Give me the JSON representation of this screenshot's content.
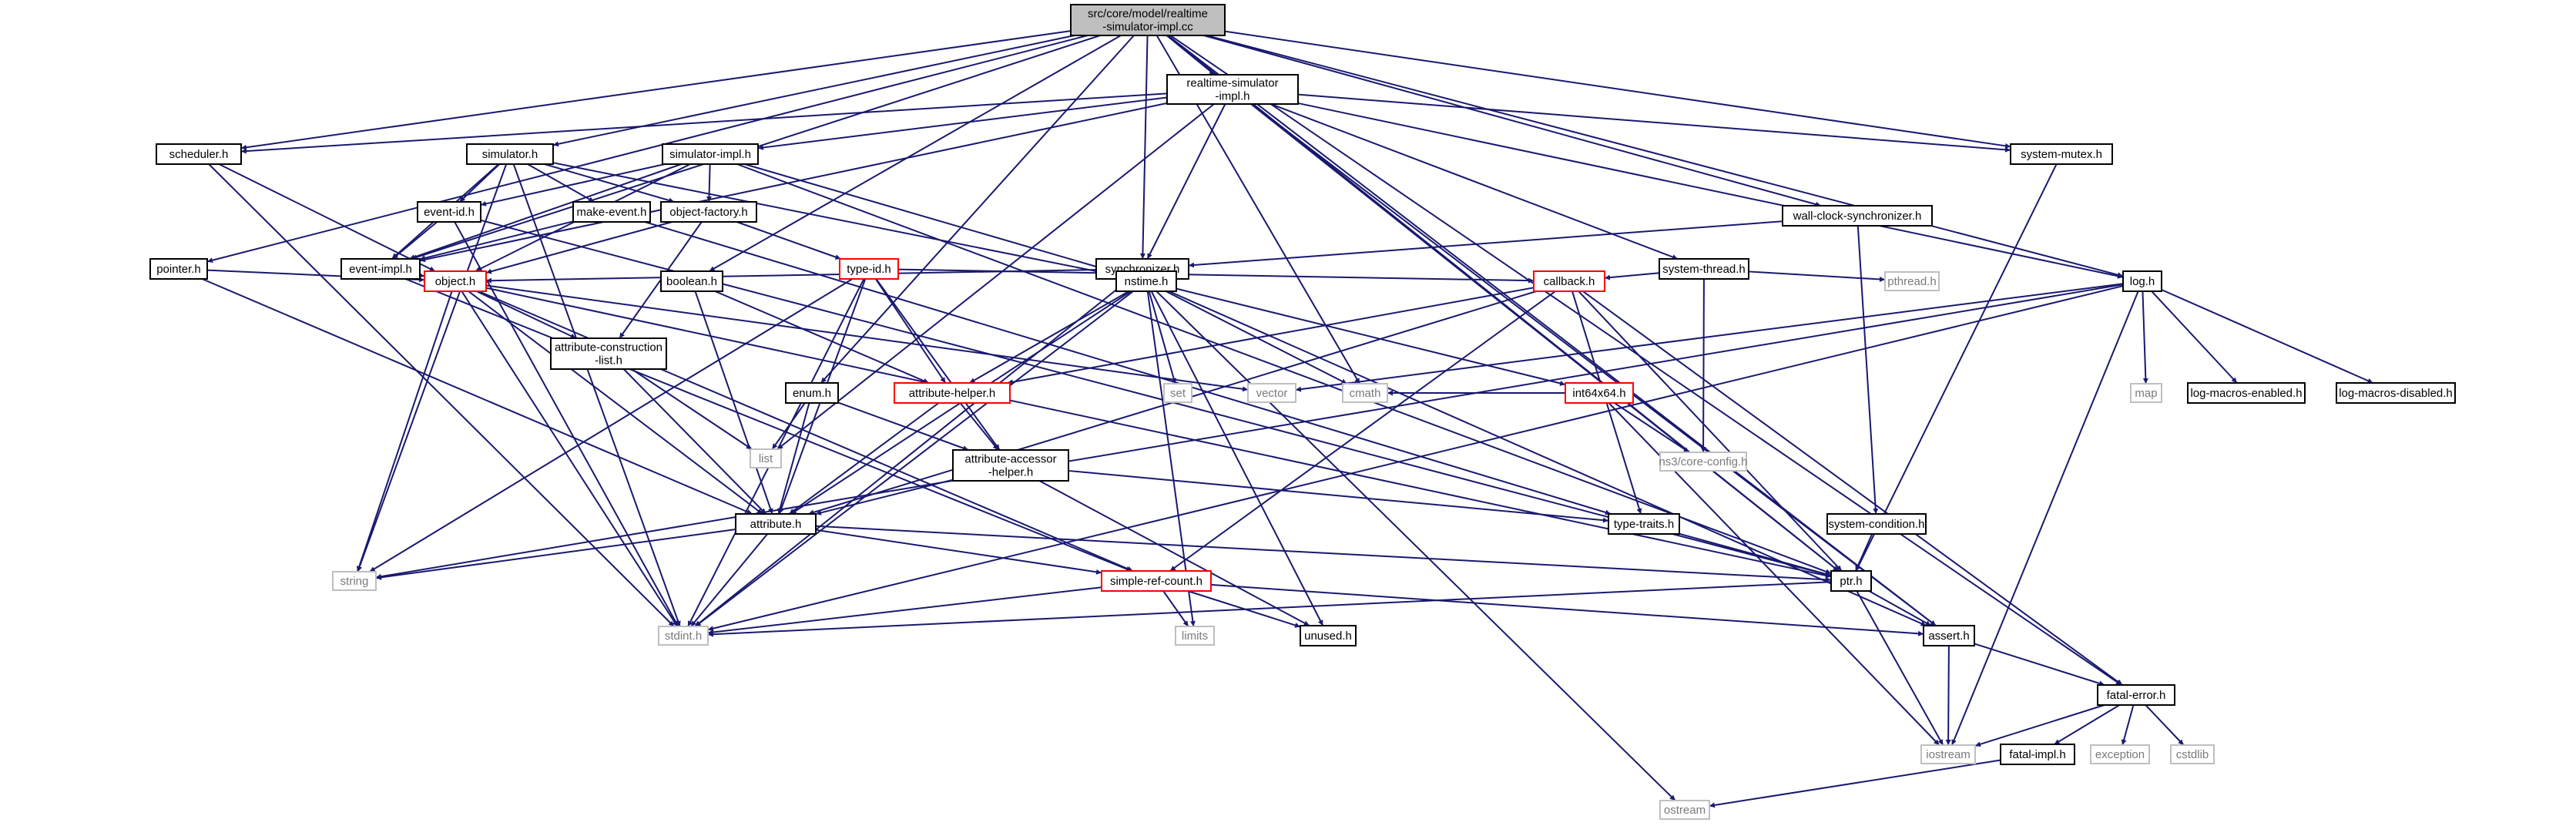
{
  "colors": {
    "root_fill": "#bfbfbf",
    "node_fill": "#ffffff",
    "border_normal": "#000000",
    "border_incomplete": "#ff0000",
    "border_system": "#bfbfbf",
    "system_text": "#7a7a7a",
    "edge": "#191970"
  },
  "nodes": [
    {
      "id": "root",
      "lines": [
        "src/core/model/realtime",
        "-simulator-impl.cc"
      ],
      "kind": "root"
    },
    {
      "id": "rsi",
      "lines": [
        "realtime-simulator",
        "-impl.h"
      ],
      "kind": "normal"
    },
    {
      "id": "scheduler",
      "lines": [
        "scheduler.h"
      ],
      "kind": "normal"
    },
    {
      "id": "simulator",
      "lines": [
        "simulator.h"
      ],
      "kind": "normal"
    },
    {
      "id": "simimpl",
      "lines": [
        "simulator-impl.h"
      ],
      "kind": "normal"
    },
    {
      "id": "sysmutex",
      "lines": [
        "system-mutex.h"
      ],
      "kind": "normal"
    },
    {
      "id": "eventid",
      "lines": [
        "event-id.h"
      ],
      "kind": "normal"
    },
    {
      "id": "makeevent",
      "lines": [
        "make-event.h"
      ],
      "kind": "normal"
    },
    {
      "id": "objfactory",
      "lines": [
        "object-factory.h"
      ],
      "kind": "normal"
    },
    {
      "id": "wallclock",
      "lines": [
        "wall-clock-synchronizer.h"
      ],
      "kind": "normal"
    },
    {
      "id": "pointer",
      "lines": [
        "pointer.h"
      ],
      "kind": "normal"
    },
    {
      "id": "eventimpl",
      "lines": [
        "event-impl.h"
      ],
      "kind": "normal"
    },
    {
      "id": "typeid",
      "lines": [
        "type-id.h"
      ],
      "kind": "incomplete"
    },
    {
      "id": "sync",
      "lines": [
        "synchronizer.h"
      ],
      "kind": "normal"
    },
    {
      "id": "systhread",
      "lines": [
        "system-thread.h"
      ],
      "kind": "normal"
    },
    {
      "id": "object",
      "lines": [
        "object.h"
      ],
      "kind": "incomplete"
    },
    {
      "id": "boolean",
      "lines": [
        "boolean.h"
      ],
      "kind": "normal"
    },
    {
      "id": "nstime",
      "lines": [
        "nstime.h"
      ],
      "kind": "normal"
    },
    {
      "id": "callback",
      "lines": [
        "callback.h"
      ],
      "kind": "incomplete"
    },
    {
      "id": "pthread",
      "lines": [
        "pthread.h"
      ],
      "kind": "system"
    },
    {
      "id": "log",
      "lines": [
        "log.h"
      ],
      "kind": "normal"
    },
    {
      "id": "attrconst",
      "lines": [
        "attribute-construction",
        "-list.h"
      ],
      "kind": "normal"
    },
    {
      "id": "enum",
      "lines": [
        "enum.h"
      ],
      "kind": "normal"
    },
    {
      "id": "attrhelper",
      "lines": [
        "attribute-helper.h"
      ],
      "kind": "incomplete"
    },
    {
      "id": "set",
      "lines": [
        "set"
      ],
      "kind": "system"
    },
    {
      "id": "vector",
      "lines": [
        "vector"
      ],
      "kind": "system"
    },
    {
      "id": "cmath",
      "lines": [
        "cmath"
      ],
      "kind": "system"
    },
    {
      "id": "int64",
      "lines": [
        "int64x64.h"
      ],
      "kind": "incomplete"
    },
    {
      "id": "map",
      "lines": [
        "map"
      ],
      "kind": "system"
    },
    {
      "id": "logmacen",
      "lines": [
        "log-macros-enabled.h"
      ],
      "kind": "normal"
    },
    {
      "id": "logmacdis",
      "lines": [
        "log-macros-disabled.h"
      ],
      "kind": "normal"
    },
    {
      "id": "list",
      "lines": [
        "list"
      ],
      "kind": "system"
    },
    {
      "id": "attraccessor",
      "lines": [
        "attribute-accessor",
        "-helper.h"
      ],
      "kind": "normal"
    },
    {
      "id": "nsconfig",
      "lines": [
        "ns3/core-config.h"
      ],
      "kind": "system"
    },
    {
      "id": "attribute",
      "lines": [
        "attribute.h"
      ],
      "kind": "normal"
    },
    {
      "id": "typetraits",
      "lines": [
        "type-traits.h"
      ],
      "kind": "normal"
    },
    {
      "id": "syscond",
      "lines": [
        "system-condition.h"
      ],
      "kind": "normal"
    },
    {
      "id": "string",
      "lines": [
        "string"
      ],
      "kind": "system"
    },
    {
      "id": "simplerefcount",
      "lines": [
        "simple-ref-count.h"
      ],
      "kind": "incomplete"
    },
    {
      "id": "ptr",
      "lines": [
        "ptr.h"
      ],
      "kind": "normal"
    },
    {
      "id": "stdint",
      "lines": [
        "stdint.h"
      ],
      "kind": "system"
    },
    {
      "id": "limits",
      "lines": [
        "limits"
      ],
      "kind": "system"
    },
    {
      "id": "unused",
      "lines": [
        "unused.h"
      ],
      "kind": "normal"
    },
    {
      "id": "assert",
      "lines": [
        "assert.h"
      ],
      "kind": "normal"
    },
    {
      "id": "fatalerror",
      "lines": [
        "fatal-error.h"
      ],
      "kind": "normal"
    },
    {
      "id": "iostream",
      "lines": [
        "iostream"
      ],
      "kind": "system"
    },
    {
      "id": "exception",
      "lines": [
        "exception"
      ],
      "kind": "system"
    },
    {
      "id": "cstdlib",
      "lines": [
        "cstdlib"
      ],
      "kind": "system"
    },
    {
      "id": "fatalimpl",
      "lines": [
        "fatal-impl.h"
      ],
      "kind": "normal"
    },
    {
      "id": "ostream",
      "lines": [
        "ostream"
      ],
      "kind": "system"
    }
  ],
  "edges": [
    [
      "root",
      "rsi"
    ],
    [
      "root",
      "scheduler"
    ],
    [
      "root",
      "simulator"
    ],
    [
      "root",
      "sysmutex"
    ],
    [
      "root",
      "eventimpl"
    ],
    [
      "root",
      "pointer"
    ],
    [
      "root",
      "sync"
    ],
    [
      "root",
      "wallclock"
    ],
    [
      "root",
      "boolean"
    ],
    [
      "root",
      "cmath"
    ],
    [
      "root",
      "enum"
    ],
    [
      "root",
      "log"
    ],
    [
      "root",
      "ptr"
    ],
    [
      "root",
      "assert"
    ],
    [
      "root",
      "fatalerror"
    ],
    [
      "rsi",
      "scheduler"
    ],
    [
      "rsi",
      "simimpl"
    ],
    [
      "rsi",
      "sysmutex"
    ],
    [
      "rsi",
      "sync"
    ],
    [
      "rsi",
      "systhread"
    ],
    [
      "rsi",
      "eventimpl"
    ],
    [
      "rsi",
      "list"
    ],
    [
      "rsi",
      "log"
    ],
    [
      "rsi",
      "ptr"
    ],
    [
      "rsi",
      "assert"
    ],
    [
      "scheduler",
      "object"
    ],
    [
      "scheduler",
      "stdint"
    ],
    [
      "simulator",
      "eventid"
    ],
    [
      "simulator",
      "makeevent"
    ],
    [
      "simulator",
      "eventimpl"
    ],
    [
      "simulator",
      "objfactory"
    ],
    [
      "simulator",
      "nstime"
    ],
    [
      "simulator",
      "string"
    ],
    [
      "simulator",
      "stdint"
    ],
    [
      "simimpl",
      "eventid"
    ],
    [
      "simimpl",
      "eventimpl"
    ],
    [
      "simimpl",
      "objfactory"
    ],
    [
      "simimpl",
      "nstime"
    ],
    [
      "simimpl",
      "object"
    ],
    [
      "simimpl",
      "ptr"
    ],
    [
      "sysmutex",
      "ptr"
    ],
    [
      "eventid",
      "eventimpl"
    ],
    [
      "eventid",
      "ptr"
    ],
    [
      "eventid",
      "stdint"
    ],
    [
      "makeevent",
      "eventimpl"
    ],
    [
      "makeevent",
      "typetraits"
    ],
    [
      "objfactory",
      "typeid"
    ],
    [
      "objfactory",
      "object"
    ],
    [
      "objfactory",
      "attrconst"
    ],
    [
      "wallclock",
      "sync"
    ],
    [
      "wallclock",
      "syscond"
    ],
    [
      "pointer",
      "object"
    ],
    [
      "pointer",
      "attribute"
    ],
    [
      "eventimpl",
      "object"
    ],
    [
      "eventimpl",
      "simplerefcount"
    ],
    [
      "typeid",
      "attrhelper"
    ],
    [
      "typeid",
      "attraccessor"
    ],
    [
      "typeid",
      "attribute"
    ],
    [
      "typeid",
      "callback"
    ],
    [
      "typeid",
      "string"
    ],
    [
      "typeid",
      "stdint"
    ],
    [
      "sync",
      "object"
    ],
    [
      "sync",
      "nstime"
    ],
    [
      "sync",
      "stdint"
    ],
    [
      "systhread",
      "callback"
    ],
    [
      "systhread",
      "pthread"
    ],
    [
      "systhread",
      "nsconfig"
    ],
    [
      "object",
      "attrconst"
    ],
    [
      "object",
      "attribute"
    ],
    [
      "object",
      "ptr"
    ],
    [
      "object",
      "simplerefcount"
    ],
    [
      "object",
      "vector"
    ],
    [
      "object",
      "string"
    ],
    [
      "object",
      "stdint"
    ],
    [
      "boolean",
      "attrhelper"
    ],
    [
      "boolean",
      "attribute"
    ],
    [
      "nstime",
      "attrhelper"
    ],
    [
      "nstime",
      "attribute"
    ],
    [
      "nstime",
      "int64"
    ],
    [
      "nstime",
      "set"
    ],
    [
      "nstime",
      "cmath"
    ],
    [
      "nstime",
      "ostream"
    ],
    [
      "nstime",
      "limits"
    ],
    [
      "nstime",
      "unused"
    ],
    [
      "nstime",
      "assert"
    ],
    [
      "nstime",
      "stdint"
    ],
    [
      "callback",
      "attrhelper"
    ],
    [
      "callback",
      "ptr"
    ],
    [
      "callback",
      "simplerefcount"
    ],
    [
      "callback",
      "typetraits"
    ],
    [
      "callback",
      "fatalerror"
    ],
    [
      "callback",
      "attribute"
    ],
    [
      "log",
      "vector"
    ],
    [
      "log",
      "map"
    ],
    [
      "log",
      "logmacen"
    ],
    [
      "log",
      "logmacdis"
    ],
    [
      "log",
      "string"
    ],
    [
      "log",
      "stdint"
    ],
    [
      "log",
      "iostream"
    ],
    [
      "attrconst",
      "attribute"
    ],
    [
      "attrconst",
      "list"
    ],
    [
      "enum",
      "list"
    ],
    [
      "enum",
      "attraccessor"
    ],
    [
      "enum",
      "attribute"
    ],
    [
      "attrhelper",
      "attribute"
    ],
    [
      "attrhelper",
      "attraccessor"
    ],
    [
      "int64",
      "nsconfig"
    ],
    [
      "int64",
      "iostream"
    ],
    [
      "int64",
      "cmath"
    ],
    [
      "attraccessor",
      "attribute"
    ],
    [
      "attraccessor",
      "typetraits"
    ],
    [
      "attraccessor",
      "unused"
    ],
    [
      "attribute",
      "string"
    ],
    [
      "attribute",
      "stdint"
    ],
    [
      "attribute",
      "simplerefcount"
    ],
    [
      "attribute",
      "ptr"
    ],
    [
      "typetraits",
      "ptr"
    ],
    [
      "syscond",
      "ptr"
    ],
    [
      "simplerefcount",
      "stdint"
    ],
    [
      "simplerefcount",
      "limits"
    ],
    [
      "simplerefcount",
      "unused"
    ],
    [
      "simplerefcount",
      "assert"
    ],
    [
      "ptr",
      "stdint"
    ],
    [
      "ptr",
      "iostream"
    ],
    [
      "ptr",
      "assert"
    ],
    [
      "assert",
      "iostream"
    ],
    [
      "assert",
      "fatalerror"
    ],
    [
      "fatalerror",
      "iostream"
    ],
    [
      "fatalerror",
      "exception"
    ],
    [
      "fatalerror",
      "cstdlib"
    ],
    [
      "fatalerror",
      "fatalimpl"
    ],
    [
      "fatalimpl",
      "ostream"
    ]
  ]
}
